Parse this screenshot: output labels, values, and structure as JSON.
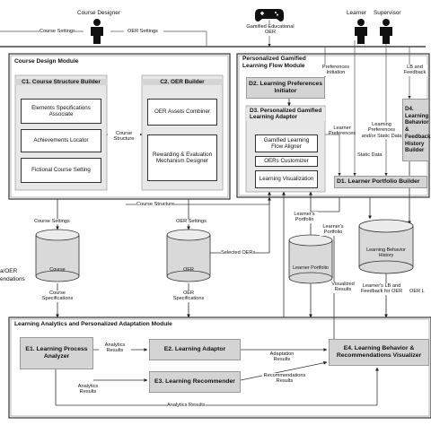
{
  "actors": {
    "course_designer": "Course Designer",
    "learner": "Learner",
    "supervisor": "Supervisor"
  },
  "modules": {
    "course_design": "Course Design Module",
    "personalized_flow_line1": "Personalized Gamified",
    "personalized_flow_line2": "Learning Flow Module",
    "analytics": "Learning Analytics and Personalized Adaptation Module"
  },
  "components": {
    "c1": "C1. Course Structure Builder",
    "c1_items": [
      "Elements Specifications Associate",
      "Achievements Locator",
      "Fictional Course Setting"
    ],
    "c2": "C2. OER Builder",
    "c2_items": [
      "OER Assets Combiner",
      "Rewarding & Evaluation Mechanism Designer"
    ],
    "d2": "D2. Learning Preferences Initiator",
    "d3": "D3. Personalized Gamified Learning Adaptor",
    "d3_items": [
      "Gamified Learning Flow Aligner",
      "OERs Customizer",
      "Learning Visualization"
    ],
    "d1": "D1. Learner Portfolio Builder",
    "d4": "D4. Learning Behavior & Feedback History Builder",
    "e1": "E1. Learning Process Analyzer",
    "e2": "E2. Learning Adaptor",
    "e3": "E3. Learning Recommender",
    "e4": "E4. Learning Behavior & Recommendations Visualizer"
  },
  "databases": {
    "course": "Course",
    "oer": "OER",
    "portfolio": "Learner Portfolio",
    "history": "Learning Behavior History"
  },
  "labels": {
    "course_settings_top": "Course Settings",
    "oer_settings_top": "OER Settings",
    "gamified_oer": "Gamified Educational OER",
    "preferences_initiation": "Preferences Initiation",
    "lb_feedback_top": "LB and Feedback",
    "learner_preferences": "Learner Preferences",
    "learning_preferences_static": "Learning Preferences and/or Static Data",
    "static_data": "Static Data",
    "course_structure_mid": "Course Structure",
    "course_structure_long": "Course Structure",
    "course_settings_db": "Course Settings",
    "oer_settings_db": "OER Settings",
    "selected_oers": "Selected OERs",
    "learners_portfolio_a": "Learner's Portfolio",
    "learners_portfolio_b": "Learner's Portfolio",
    "learners_lb": "Learner's LB and Feedback for OER",
    "oer_l": "OER L",
    "course_specifications": "Course Specifications",
    "oer_specifications": "OER Specifications",
    "visualized_results": "Visualized Results",
    "analytics_results": "Analytics Results",
    "adaptation_results": "Adaptation Results",
    "recommendations_results": "Recommendations Results",
    "analytics_results_2": "Analytics Results",
    "analytics_results_bottom": "Analytics Results",
    "left_cut": "a/OER",
    "left_cut_2": "endations"
  }
}
